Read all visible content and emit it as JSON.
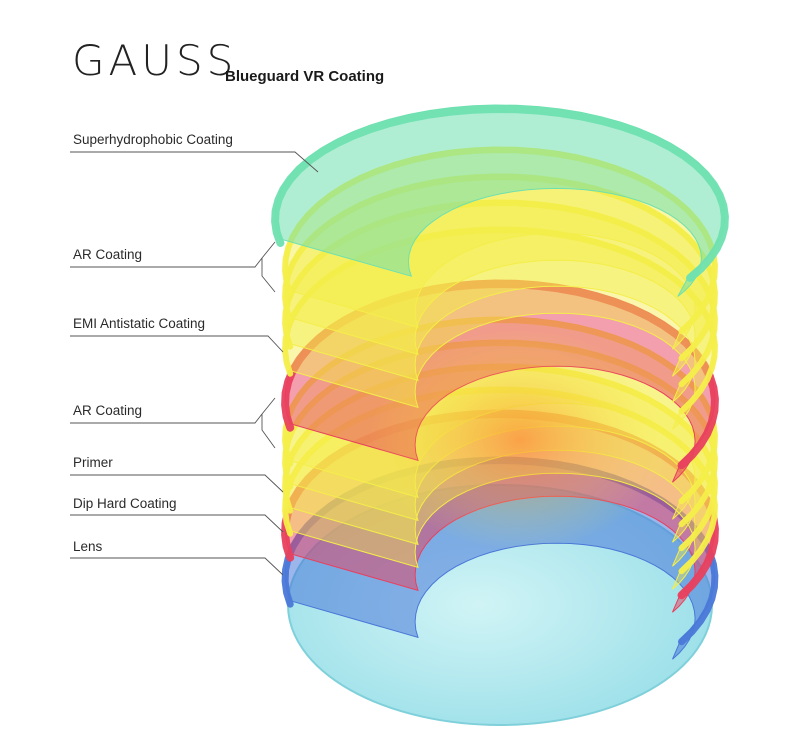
{
  "header": {
    "brand": "GAUSS",
    "subtitle": "Blueguard VR Coating"
  },
  "labels": {
    "superhydrophobic": "Superhydrophobic Coating",
    "ar_top": "AR Coating",
    "emi": "EMI Antistatic Coating",
    "ar_bottom": "AR Coating",
    "primer": "Primer",
    "dip_hard": "Dip Hard Coating",
    "lens": "Lens"
  },
  "colors": {
    "superhydrophobic": "#6fe0b0",
    "ar": "#f4ee4a",
    "emi": "#e8405e",
    "primer": "#e8405e",
    "dip_hard": "#4a78d8",
    "lens": "#9fe2ea"
  }
}
